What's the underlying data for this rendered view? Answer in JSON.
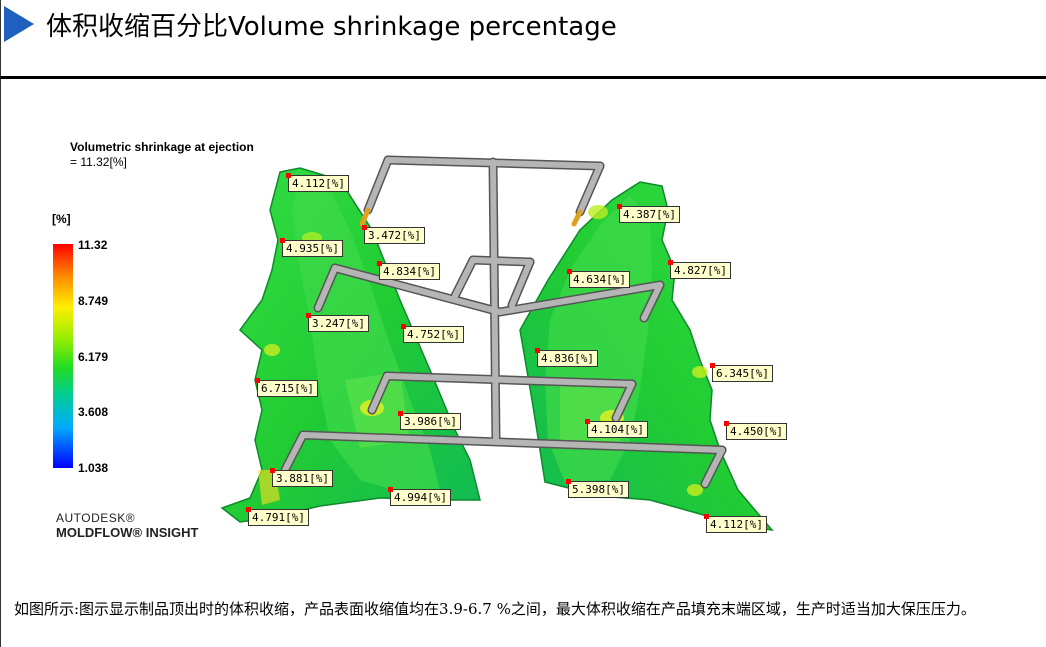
{
  "title": "体积收缩百分比Volume shrinkage percentage",
  "result": {
    "name": "Volumetric shrinkage at ejection",
    "value": "= 11.32[%]"
  },
  "legend": {
    "unit": "[%]",
    "ticks": [
      "11.32",
      "8.749",
      "6.179",
      "3.608",
      "1.038"
    ]
  },
  "brand": {
    "line1": "AUTODESK®",
    "line2": "MOLDFLOW® INSIGHT"
  },
  "probes": [
    {
      "text": "4.112[%]"
    },
    {
      "text": "3.472[%]"
    },
    {
      "text": "4.935[%]"
    },
    {
      "text": "4.834[%]"
    },
    {
      "text": "3.247[%]"
    },
    {
      "text": "4.752[%]"
    },
    {
      "text": "6.715[%]"
    },
    {
      "text": "3.986[%]"
    },
    {
      "text": "3.881[%]"
    },
    {
      "text": "4.994[%]"
    },
    {
      "text": "4.791[%]"
    },
    {
      "text": "4.387[%]"
    },
    {
      "text": "4.827[%]"
    },
    {
      "text": "4.634[%]"
    },
    {
      "text": "4.836[%]"
    },
    {
      "text": "6.345[%]"
    },
    {
      "text": "4.104[%]"
    },
    {
      "text": "4.450[%]"
    },
    {
      "text": "5.398[%]"
    },
    {
      "text": "4.112[%]"
    }
  ],
  "caption": "如图所示:图示显示制品顶出时的体积收缩，产品表面收缩值均在3.9-6.7 %之间，最大体积收缩在产品填充末端区域，生产时适当加大保压压力。",
  "colors": {
    "accent": "#1f5fbf",
    "part_green": "#22cc33",
    "runner_gray": "#9a9a9a",
    "probe_bg": "#ffffcc"
  }
}
